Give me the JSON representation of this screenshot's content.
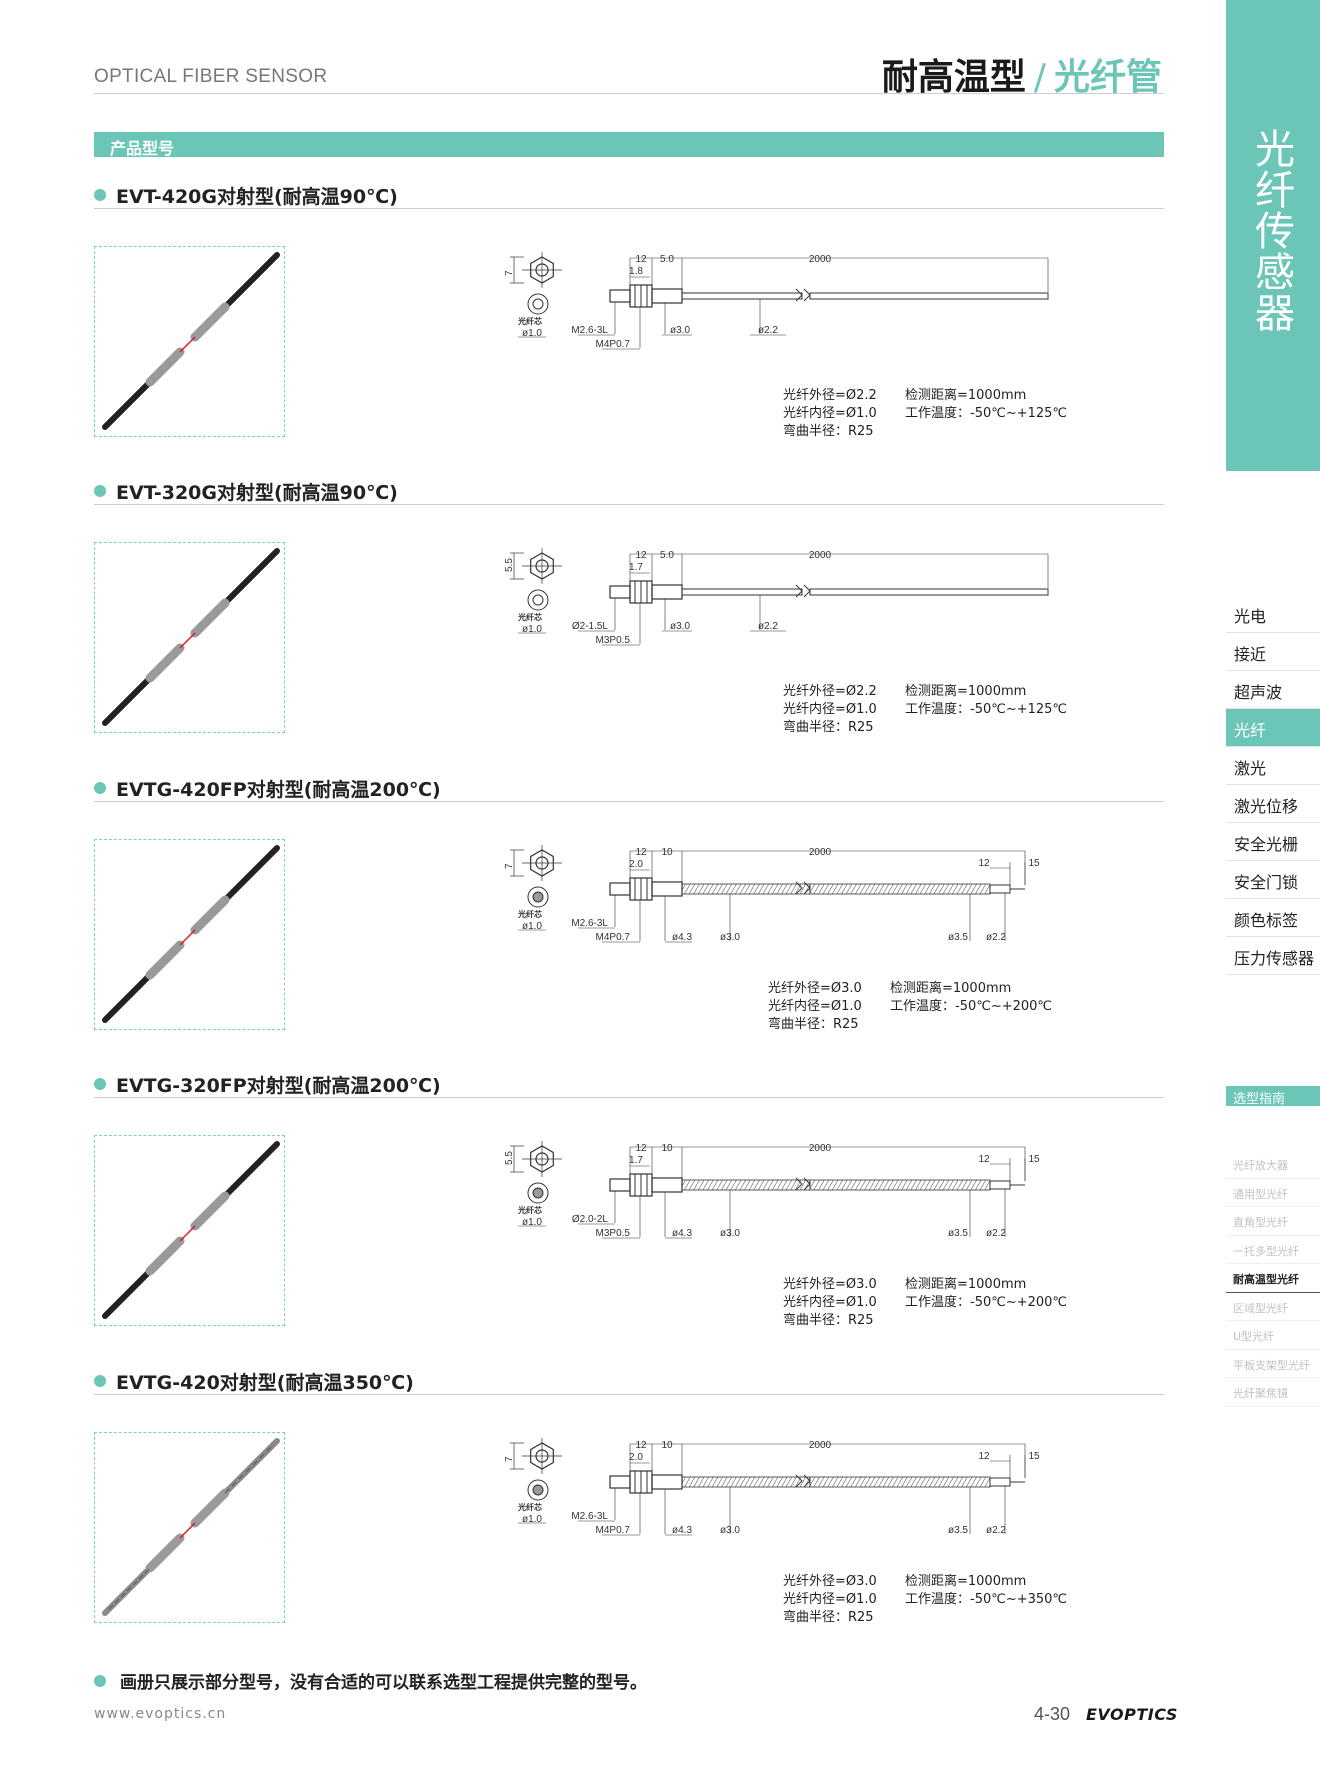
{
  "header": {
    "en_title": "OPTICAL FIBER SENSOR",
    "title_main": "耐高温型",
    "title_sep": "/",
    "title_sub": "光纤管"
  },
  "band_label": "产品型号",
  "products": [
    {
      "title": "EVT-420G对射型(耐高温90℃)",
      "dims": {
        "hex": "7",
        "l1": "12",
        "l2": "5.0",
        "l3": "2000",
        "l4": "1.8",
        "thread1": "M2.6-3L",
        "thread2": "M4P0.7",
        "d1": "ø3.0",
        "d2": "ø2.2",
        "core_label": "光纤芯",
        "core_d": "ø1.0"
      },
      "specs": {
        "outer": "光纤外径=Ø2.2",
        "inner": "光纤内径=Ø1.0",
        "bend": "弯曲半径：R25",
        "distance": "检测距离=1000mm",
        "temp": "工作温度：-50℃~+125℃"
      }
    },
    {
      "title": "EVT-320G对射型(耐高温90℃)",
      "dims": {
        "hex": "5.5",
        "l1": "12",
        "l2": "5.0",
        "l3": "2000",
        "l4": "1.7",
        "thread1": "Ø2-1.5L",
        "thread2": "M3P0.5",
        "d1": "ø3.0",
        "d2": "ø2.2",
        "core_label": "光纤芯",
        "core_d": "ø1.0"
      },
      "specs": {
        "outer": "光纤外径=Ø2.2",
        "inner": "光纤内径=Ø1.0",
        "bend": "弯曲半径：R25",
        "distance": "检测距离=1000mm",
        "temp": "工作温度：-50℃~+125℃"
      }
    },
    {
      "title": "EVTG-420FP对射型(耐高温200℃)",
      "dims": {
        "hex": "7",
        "l1": "12",
        "l2": "10",
        "l3": "2000",
        "l4": "2.0",
        "l5": "12",
        "l6": "15",
        "thread1": "M2.6-3L",
        "thread2": "M4P0.7",
        "d1": "ø4.3",
        "d2": "ø3.0",
        "d3": "ø3.5",
        "d4": "ø2.2",
        "core_label": "光纤芯",
        "core_d": "ø1.0"
      },
      "specs": {
        "outer": "光纤外径=Ø3.0",
        "inner": "光纤内径=Ø1.0",
        "bend": "弯曲半径：R25",
        "distance": "检测距离=1000mm",
        "temp": "工作温度：-50℃~+200℃"
      }
    },
    {
      "title": "EVTG-320FP对射型(耐高温200℃)",
      "dims": {
        "hex": "5.5",
        "l1": "12",
        "l2": "10",
        "l3": "2000",
        "l4": "1.7",
        "l5": "12",
        "l6": "15",
        "thread1": "Ø2.0-2L",
        "thread2": "M3P0.5",
        "d1": "ø4.3",
        "d2": "ø3.0",
        "d3": "ø3.5",
        "d4": "ø2.2",
        "core_label": "光纤芯",
        "core_d": "ø1.0"
      },
      "specs": {
        "outer": "光纤外径=Ø3.0",
        "inner": "光纤内径=Ø1.0",
        "bend": "弯曲半径：R25",
        "distance": "检测距离=1000mm",
        "temp": "工作温度：-50℃~+200℃"
      }
    },
    {
      "title": "EVTG-420对射型(耐高温350℃)",
      "dims": {
        "hex": "7",
        "l1": "12",
        "l2": "10",
        "l3": "2000",
        "l4": "2.0",
        "l5": "12",
        "l6": "15",
        "thread1": "M2.6-3L",
        "thread2": "M4P0.7",
        "d1": "ø4.3",
        "d2": "ø3.0",
        "d3": "ø3.5",
        "d4": "ø2.2",
        "core_label": "光纤芯",
        "core_d": "ø1.0"
      },
      "specs": {
        "outer": "光纤外径=Ø3.0",
        "inner": "光纤内径=Ø1.0",
        "bend": "弯曲半径：R25",
        "distance": "检测距离=1000mm",
        "temp": "工作温度：-50℃~+350℃"
      }
    }
  ],
  "note": "画册只展示部分型号，没有合适的可以联系选型工程提供完整的型号。",
  "footer": {
    "url": "www.evoptics.cn",
    "page": "4-30",
    "logo": "EVOPTICS"
  },
  "side": {
    "vertical_title": "光纤传感器",
    "nav": [
      "光电",
      "接近",
      "超声波",
      "光纤",
      "激光",
      "激光位移",
      "安全光栅",
      "安全门锁",
      "颜色标签",
      "压力传感器"
    ],
    "nav_active": 3,
    "guide_title": "选型指南",
    "guide": [
      "光纤放大器",
      "通用型光纤",
      "直角型光纤",
      "一托多型光纤",
      "耐高温型光纤",
      "区域型光纤",
      "U型光纤",
      "平板支架型光纤",
      "光纤聚焦镜"
    ],
    "guide_active": 4
  },
  "colors": {
    "accent": "#6bc6b7",
    "text": "#222222"
  }
}
